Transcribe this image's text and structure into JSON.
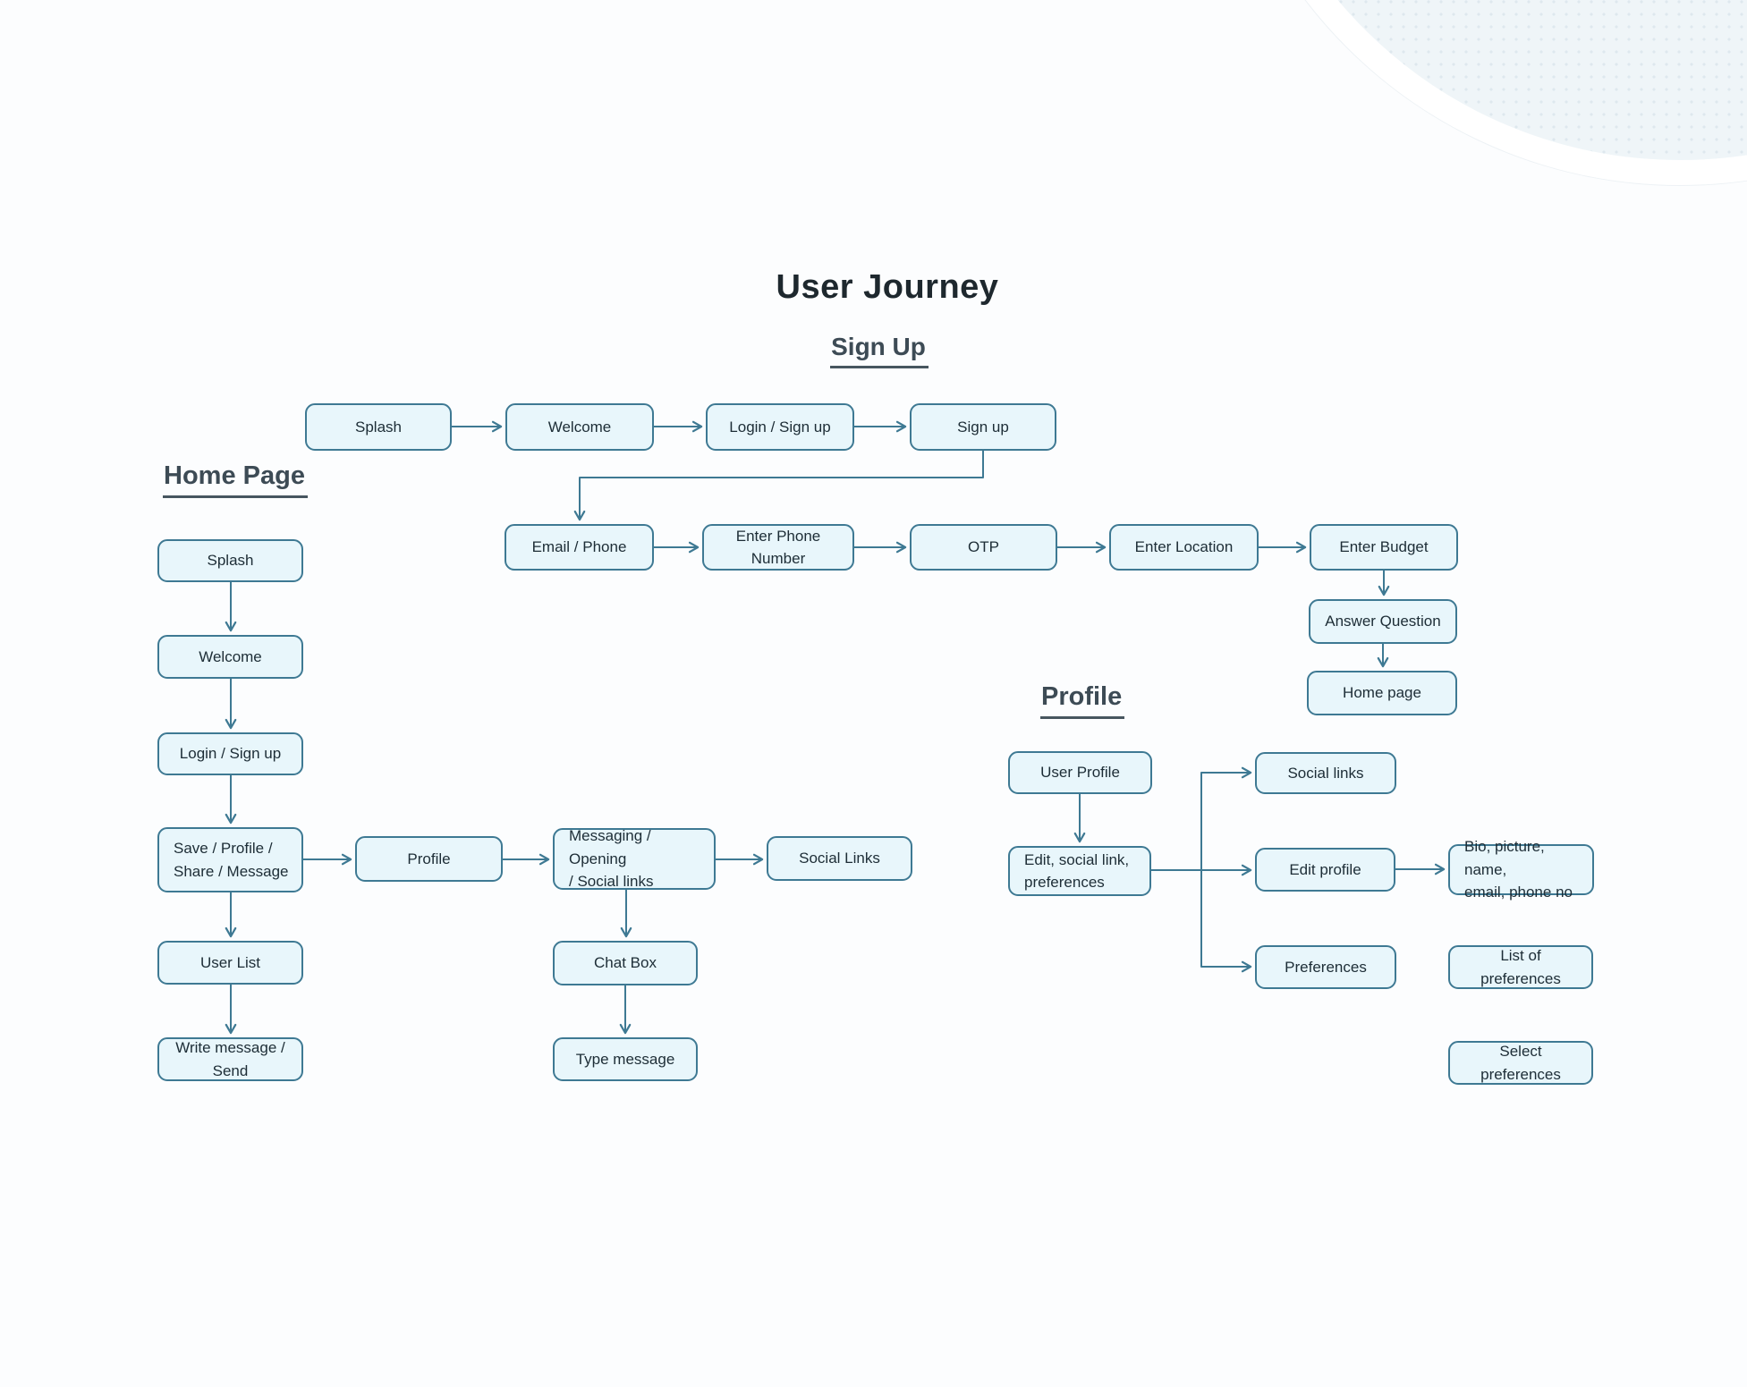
{
  "page": {
    "title": "User Journey"
  },
  "colors": {
    "node_fill": "#e8f6fb",
    "node_border": "#3e7993",
    "connector": "#3e7993",
    "node_text": "#1d2d36",
    "title_text": "#1e282e",
    "heading_text": "#3d4b55",
    "background": "#fcfdfe",
    "circle_fill": "#eff5f8",
    "circle_ring": "#ffffff"
  },
  "sections": {
    "sign_up": {
      "heading": "Sign Up"
    },
    "home_page": {
      "heading": "Home Page"
    },
    "profile": {
      "heading": "Profile"
    }
  },
  "nodes": {
    "su_splash": {
      "label": "Splash"
    },
    "su_welcome": {
      "label": "Welcome"
    },
    "su_login": {
      "label": "Login / Sign up"
    },
    "su_signup": {
      "label": "Sign up"
    },
    "su_email_phone": {
      "label": "Email / Phone"
    },
    "su_enter_phone": {
      "label": "Enter Phone Number"
    },
    "su_otp": {
      "label": "OTP"
    },
    "su_location": {
      "label": "Enter Location"
    },
    "su_budget": {
      "label": "Enter Budget"
    },
    "su_answer": {
      "label": "Answer Question"
    },
    "su_homepage": {
      "label": "Home page"
    },
    "hp_splash": {
      "label": "Splash"
    },
    "hp_welcome": {
      "label": "Welcome"
    },
    "hp_login": {
      "label": "Login / Sign up"
    },
    "hp_save": {
      "label": "Save / Profile /\nShare / Message"
    },
    "hp_userlist": {
      "label": "User List"
    },
    "hp_write": {
      "label": "Write message / Send"
    },
    "hp_profile": {
      "label": "Profile"
    },
    "hp_messaging": {
      "label": "Messaging / Opening\n/ Social links"
    },
    "hp_sociallinks": {
      "label": "Social Links"
    },
    "hp_chatbox": {
      "label": "Chat Box"
    },
    "hp_typemsg": {
      "label": "Type message"
    },
    "pr_userprofile": {
      "label": "User Profile"
    },
    "pr_edit": {
      "label": "Edit, social link,\npreferences"
    },
    "pr_sociallinks": {
      "label": "Social links"
    },
    "pr_editprofile": {
      "label": "Edit profile"
    },
    "pr_bio": {
      "label": "Bio, picture, name,\nemail, phone no"
    },
    "pr_preferences": {
      "label": "Preferences"
    },
    "pr_listpref": {
      "label": "List of preferences"
    },
    "pr_selectpref": {
      "label": "Select preferences"
    }
  },
  "edges": [
    "su_splash->su_welcome",
    "su_welcome->su_login",
    "su_login->su_signup",
    "su_signup->su_email_phone",
    "su_email_phone->su_enter_phone",
    "su_enter_phone->su_otp",
    "su_otp->su_location",
    "su_location->su_budget",
    "su_budget->su_answer",
    "su_answer->su_homepage",
    "hp_splash->hp_welcome",
    "hp_welcome->hp_login",
    "hp_login->hp_save",
    "hp_save->hp_userlist",
    "hp_userlist->hp_write",
    "hp_save->hp_profile",
    "hp_profile->hp_messaging",
    "hp_messaging->hp_sociallinks",
    "hp_messaging->hp_chatbox",
    "hp_chatbox->hp_typemsg",
    "pr_userprofile->pr_edit",
    "pr_edit->pr_sociallinks",
    "pr_edit->pr_editprofile",
    "pr_edit->pr_preferences",
    "pr_editprofile->pr_bio"
  ]
}
